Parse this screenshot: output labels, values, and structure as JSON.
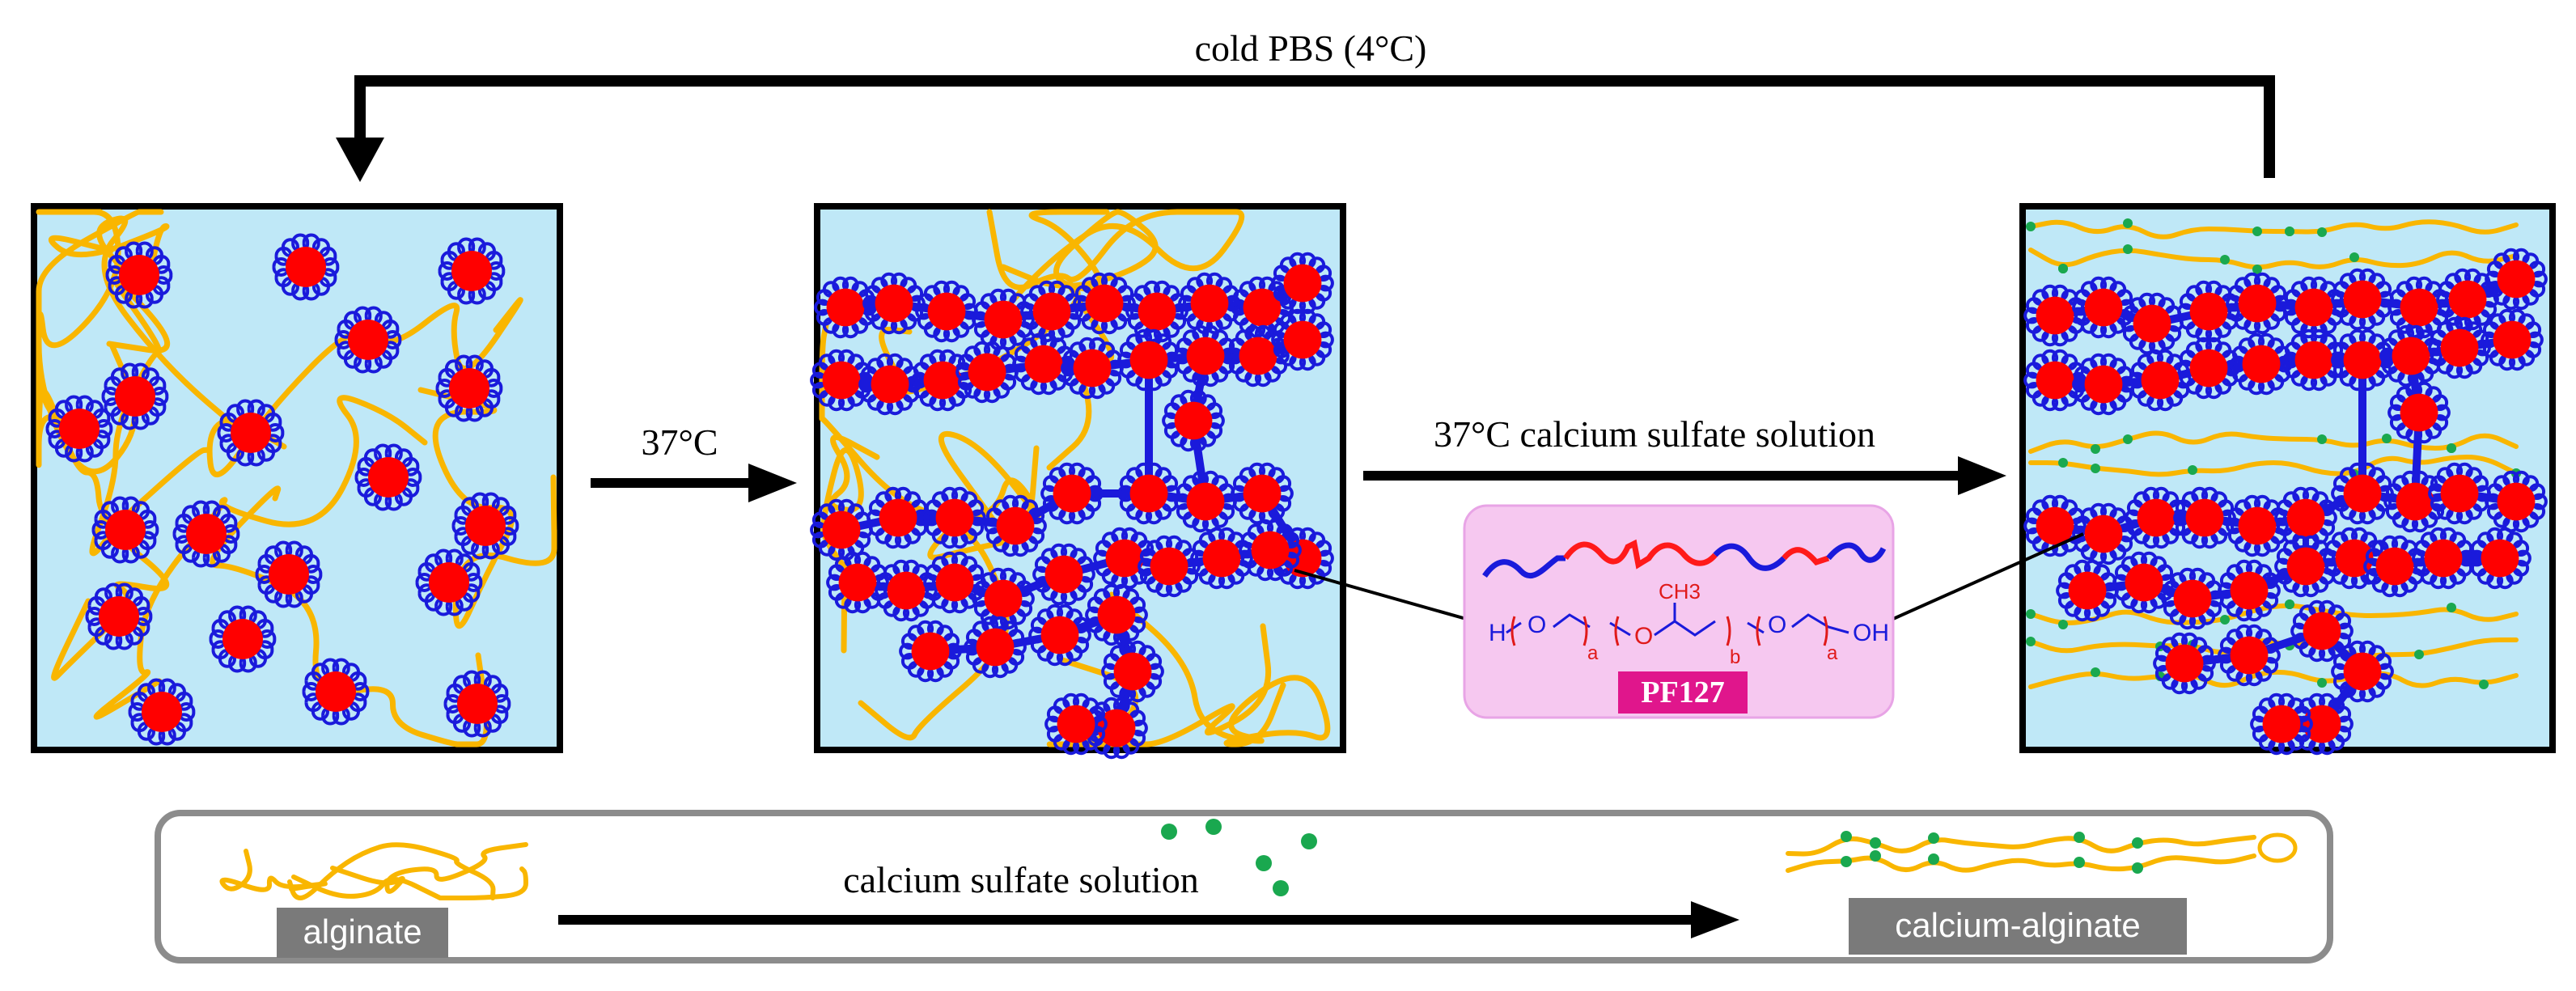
{
  "labels": {
    "top_arrow": "cold PBS (4°C)",
    "step1": "37°C",
    "step2": "37°C calcium sulfate solution",
    "legend_arrow": "calcium sulfate solution",
    "alginate": "alginate",
    "calcium_alginate": "calcium-alginate"
  },
  "pf127": {
    "name": "PF127",
    "h": "H",
    "o1": "O",
    "sub_a1": "a",
    "o2": "O",
    "ch3": "CH3",
    "sub_b": "b",
    "o3": "O",
    "sub_a2": "a",
    "oh": "OH"
  },
  "colors": {
    "panel_bg": "#bfe8f7",
    "alginate": "#f9b600",
    "micelle_core": "#ff0000",
    "micelle_shell": "#1a1adb",
    "calcium_ion": "#1aa84f",
    "pf127_bg": "#f6c8f0",
    "pf127_label_bg": "#e0168c",
    "label_box_bg": "#7a7a7a"
  }
}
